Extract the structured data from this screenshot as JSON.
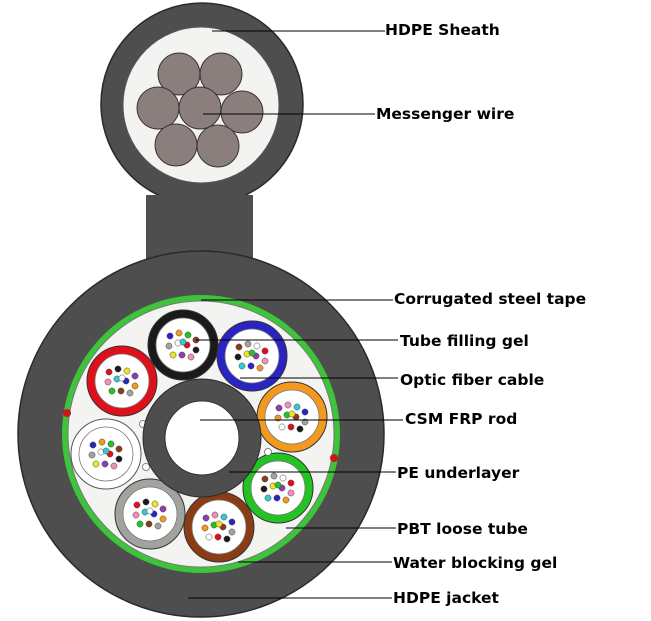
{
  "labels": {
    "hdpe_sheath": "HDPE Sheath",
    "messenger_wire": "Messenger wire",
    "corrugated_steel_tape": "Corrugated steel tape",
    "tube_filling_gel": "Tube filling gel",
    "optic_fiber_cable": "Optic fiber cable",
    "csm_frp_rod": "CSM FRP rod",
    "pe_underlayer": "PE underlayer",
    "pbt_loose_tube": "PBT loose tube",
    "water_blocking_gel": "Water blocking gel",
    "hdpe_jacket": "HDPE jacket"
  },
  "colors": {
    "jacket": "#4d4e4d",
    "steel_tape": "#3ec43a",
    "filling": "#f3f3f1",
    "messenger_wire": "#8b7f7d",
    "frp_rod": "#ffffff",
    "pe_underlayer": "#4d4e4d"
  },
  "loose_tubes": [
    {
      "name": "black-loose-tube",
      "color": "#1a1a1a"
    },
    {
      "name": "blue-loose-tube",
      "color": "#2a24c4"
    },
    {
      "name": "red-loose-tube",
      "color": "#e0101b"
    },
    {
      "name": "orange-loose-tube",
      "color": "#f39a1e"
    },
    {
      "name": "white-loose-tube",
      "color": "#ffffff"
    },
    {
      "name": "green-loose-tube",
      "color": "#22c322"
    },
    {
      "name": "gray-loose-tube",
      "color": "#a2a39e"
    },
    {
      "name": "brown-loose-tube",
      "color": "#8a3c14"
    }
  ],
  "fiber_colors": [
    "#2a24c4",
    "#f39a1e",
    "#22c322",
    "#8a3c14",
    "#a2a39e",
    "#ffffff",
    "#e0101b",
    "#1a1a1a",
    "#f2e422",
    "#8b3fb0",
    "#f58fb8",
    "#35c8d6"
  ]
}
